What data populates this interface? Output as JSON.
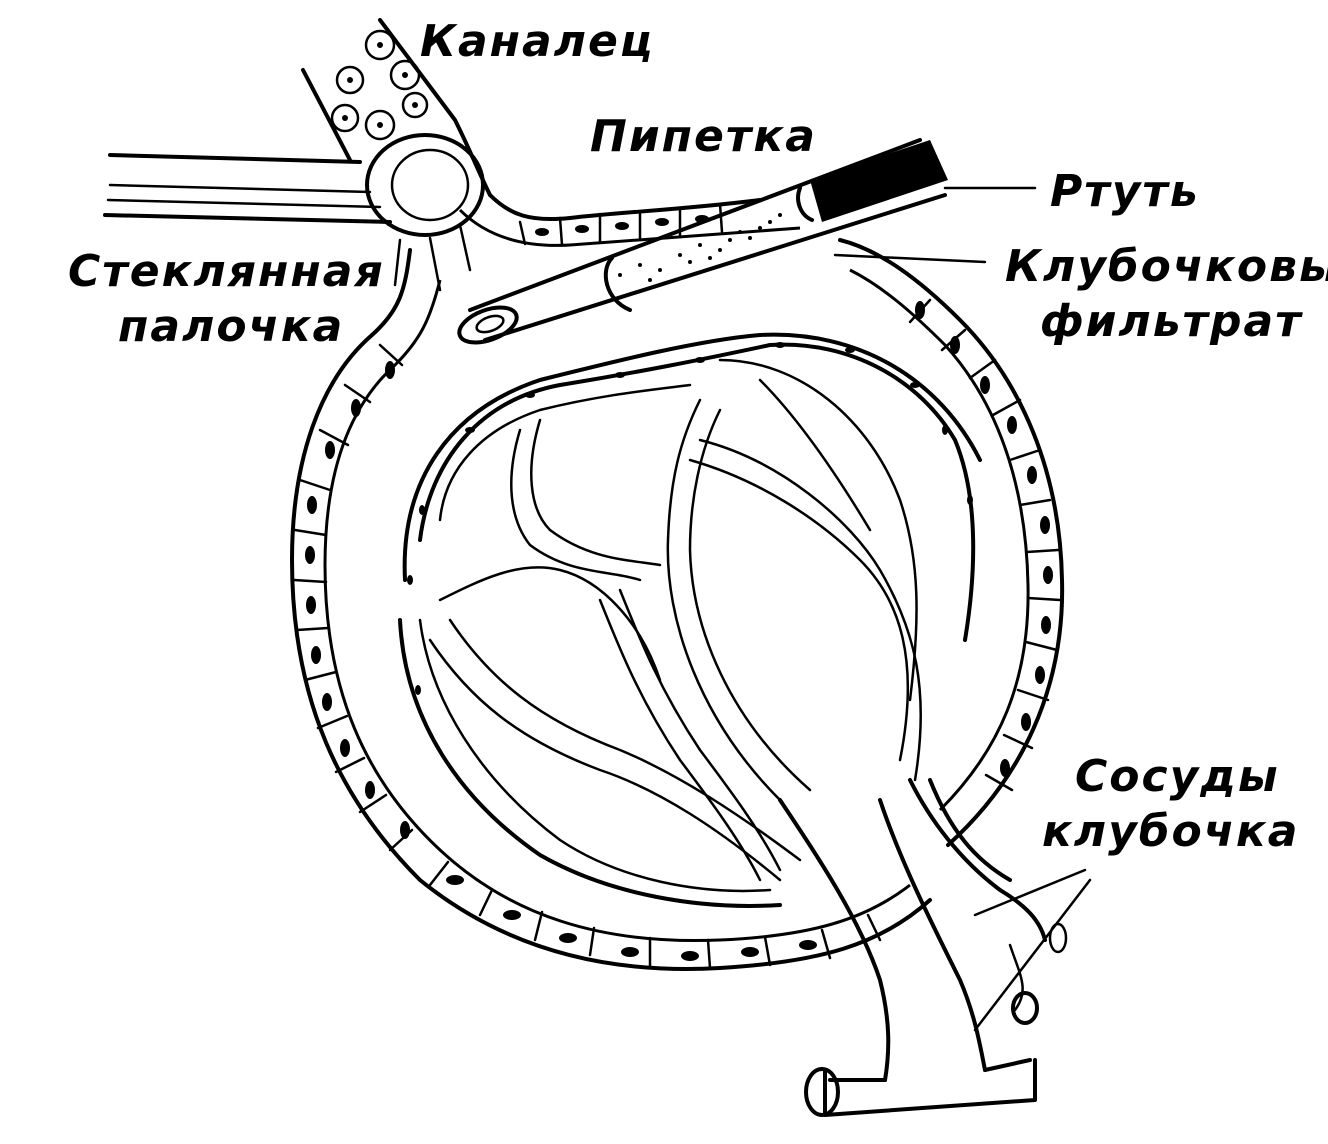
{
  "labels": {
    "tubule": "Каналец",
    "pipette": "Пипетка",
    "mercury": "Ртуть",
    "filtrate_line1": "Клубочковый",
    "filtrate_line2": "фильтрат",
    "glass_rod_line1": "Стеклянная",
    "glass_rod_line2": "палочка",
    "vessels_line1": "Сосуды",
    "vessels_line2": "клубочка"
  },
  "colors": {
    "ink": "#000000",
    "paper": "#ffffff"
  }
}
